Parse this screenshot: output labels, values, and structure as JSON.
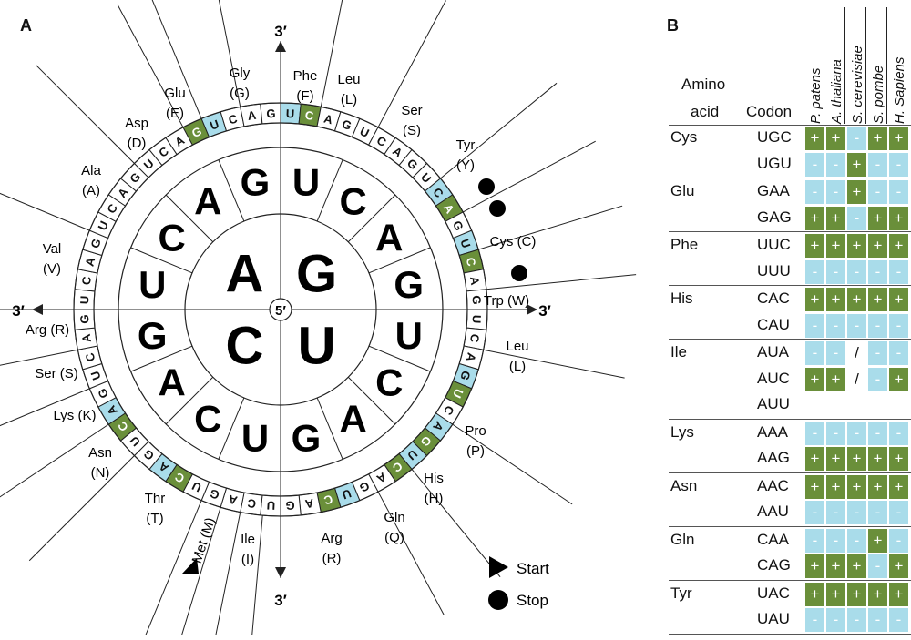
{
  "colors": {
    "green": "#6a8f3a",
    "blue": "#a9dcea",
    "stroke": "#222222"
  },
  "panelA": {
    "label": "A",
    "inner_center": "5′",
    "axis_end": "3′",
    "inner_ring": [
      "G",
      "U",
      "C",
      "A"
    ],
    "second_ring": [
      "U",
      "C",
      "A",
      "G",
      "U",
      "C",
      "A",
      "G",
      "U",
      "C",
      "A",
      "G",
      "U",
      "C",
      "A",
      "G"
    ],
    "third_ring": [
      "U",
      "C",
      "A",
      "G",
      "U",
      "C",
      "A",
      "G",
      "U",
      "C",
      "A",
      "G",
      "U",
      "C",
      "A",
      "G",
      "U",
      "C",
      "A",
      "G",
      "U",
      "C",
      "A",
      "G",
      "U",
      "C",
      "A",
      "G",
      "U",
      "C",
      "A",
      "G",
      "U",
      "C",
      "A",
      "G",
      "U",
      "C",
      "A",
      "G",
      "U",
      "C",
      "A",
      "G",
      "U",
      "C",
      "A",
      "G",
      "U",
      "C",
      "A",
      "G",
      "U",
      "C",
      "A",
      "G",
      "U",
      "C",
      "A",
      "G",
      "U",
      "C",
      "A",
      "G"
    ],
    "outer_amino": [
      {
        "name": "Phe",
        "abbr": "(F)"
      },
      {
        "name": "Leu",
        "abbr": "(L)"
      },
      {
        "name": "Ser",
        "abbr": "(S)"
      },
      {
        "name": "Tyr",
        "abbr": "(Y)"
      },
      {
        "name": "Cys (C)",
        "abbr": ""
      },
      {
        "name": "Trp (W)",
        "abbr": ""
      },
      {
        "name": "Leu",
        "abbr": "(L)"
      },
      {
        "name": "Pro",
        "abbr": "(P)"
      },
      {
        "name": "His",
        "abbr": "(H)"
      },
      {
        "name": "Gln",
        "abbr": "(Q)"
      },
      {
        "name": "Arg",
        "abbr": "(R)"
      },
      {
        "name": "Ile",
        "abbr": "(I)"
      },
      {
        "name": "Met (M)",
        "abbr": ""
      },
      {
        "name": "Thr",
        "abbr": "(T)"
      },
      {
        "name": "Asn",
        "abbr": "(N)"
      },
      {
        "name": "Lys (K)",
        "abbr": ""
      },
      {
        "name": "Ser (S)",
        "abbr": ""
      },
      {
        "name": "Arg (R)",
        "abbr": ""
      },
      {
        "name": "Val",
        "abbr": "(V)"
      },
      {
        "name": "Ala",
        "abbr": "(A)"
      },
      {
        "name": "Asp",
        "abbr": "(D)"
      },
      {
        "name": "Glu",
        "abbr": "(E)"
      },
      {
        "name": "Gly",
        "abbr": "(G)"
      }
    ],
    "legend": {
      "start": "Start",
      "stop": "Stop"
    }
  },
  "panelB": {
    "label": "B",
    "header": {
      "amino": "Amino",
      "acid": "acid",
      "codon": "Codon"
    },
    "species": [
      "P. patens",
      "A. thaliana",
      "S. cerevisiae",
      "S. pombe",
      "H. Sapiens"
    ],
    "groups": [
      {
        "aa": "Cys",
        "rows": [
          {
            "codon": "UGC",
            "cells": [
              "+",
              "+",
              "-",
              "+",
              "+"
            ],
            "fill": [
              "g",
              "g",
              "b",
              "g",
              "g"
            ]
          },
          {
            "codon": "UGU",
            "cells": [
              "-",
              "-",
              "+",
              "-",
              "-"
            ],
            "fill": [
              "b",
              "b",
              "g",
              "b",
              "b"
            ]
          }
        ]
      },
      {
        "aa": "Glu",
        "rows": [
          {
            "codon": "GAA",
            "cells": [
              "-",
              "-",
              "+",
              "-",
              "-"
            ],
            "fill": [
              "b",
              "b",
              "g",
              "b",
              "b"
            ]
          },
          {
            "codon": "GAG",
            "cells": [
              "+",
              "+",
              "-",
              "+",
              "+"
            ],
            "fill": [
              "g",
              "g",
              "b",
              "g",
              "g"
            ]
          }
        ]
      },
      {
        "aa": "Phe",
        "rows": [
          {
            "codon": "UUC",
            "cells": [
              "+",
              "+",
              "+",
              "+",
              "+"
            ],
            "fill": [
              "g",
              "g",
              "g",
              "g",
              "g"
            ]
          },
          {
            "codon": "UUU",
            "cells": [
              "-",
              "-",
              "-",
              "-",
              "-"
            ],
            "fill": [
              "b",
              "b",
              "b",
              "b",
              "b"
            ]
          }
        ]
      },
      {
        "aa": "His",
        "rows": [
          {
            "codon": "CAC",
            "cells": [
              "+",
              "+",
              "+",
              "+",
              "+"
            ],
            "fill": [
              "g",
              "g",
              "g",
              "g",
              "g"
            ]
          },
          {
            "codon": "CAU",
            "cells": [
              "-",
              "-",
              "-",
              "-",
              "-"
            ],
            "fill": [
              "b",
              "b",
              "b",
              "b",
              "b"
            ]
          }
        ]
      },
      {
        "aa": "Ile",
        "rows": [
          {
            "codon": "AUA",
            "cells": [
              "-",
              "-",
              "/",
              "-",
              "-"
            ],
            "fill": [
              "b",
              "b",
              "w",
              "b",
              "b"
            ]
          },
          {
            "codon": "AUC",
            "cells": [
              "+",
              "+",
              "/",
              "-",
              "+"
            ],
            "fill": [
              "g",
              "g",
              "w",
              "b",
              "g"
            ]
          },
          {
            "codon": "AUU",
            "cells": [
              "",
              "",
              "",
              "",
              ""
            ],
            "fill": [
              "w",
              "w",
              "w",
              "w",
              "w"
            ]
          }
        ]
      },
      {
        "aa": "Lys",
        "rows": [
          {
            "codon": "AAA",
            "cells": [
              "-",
              "-",
              "-",
              "-",
              "-"
            ],
            "fill": [
              "b",
              "b",
              "b",
              "b",
              "b"
            ]
          },
          {
            "codon": "AAG",
            "cells": [
              "+",
              "+",
              "+",
              "+",
              "+"
            ],
            "fill": [
              "g",
              "g",
              "g",
              "g",
              "g"
            ]
          }
        ]
      },
      {
        "aa": "Asn",
        "rows": [
          {
            "codon": "AAC",
            "cells": [
              "+",
              "+",
              "+",
              "+",
              "+"
            ],
            "fill": [
              "g",
              "g",
              "g",
              "g",
              "g"
            ]
          },
          {
            "codon": "AAU",
            "cells": [
              "-",
              "-",
              "-",
              "-",
              "-"
            ],
            "fill": [
              "b",
              "b",
              "b",
              "b",
              "b"
            ]
          }
        ]
      },
      {
        "aa": "Gln",
        "rows": [
          {
            "codon": "CAA",
            "cells": [
              "-",
              "-",
              "-",
              "+",
              "-"
            ],
            "fill": [
              "b",
              "b",
              "b",
              "g",
              "b"
            ]
          },
          {
            "codon": "CAG",
            "cells": [
              "+",
              "+",
              "+",
              "-",
              "+"
            ],
            "fill": [
              "g",
              "g",
              "g",
              "b",
              "g"
            ]
          }
        ]
      },
      {
        "aa": "Tyr",
        "rows": [
          {
            "codon": "UAC",
            "cells": [
              "+",
              "+",
              "+",
              "+",
              "+"
            ],
            "fill": [
              "g",
              "g",
              "g",
              "g",
              "g"
            ]
          },
          {
            "codon": "UAU",
            "cells": [
              "-",
              "-",
              "-",
              "-",
              "-"
            ],
            "fill": [
              "b",
              "b",
              "b",
              "b",
              "b"
            ]
          }
        ]
      }
    ]
  }
}
